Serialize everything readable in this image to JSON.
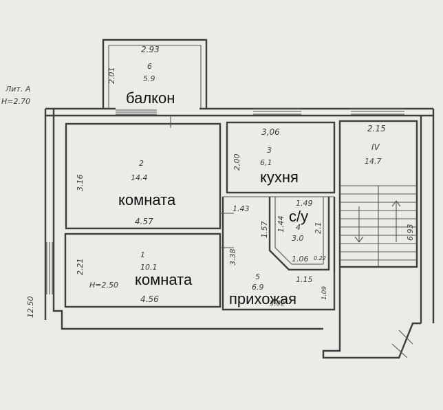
{
  "header": {
    "lit": "Лит. А",
    "height": "H=2.70",
    "overall_dim": "12.50"
  },
  "rooms": {
    "balcony": {
      "width": "2.93",
      "depth": "2.01",
      "num": "6",
      "area": "5.9",
      "label": "балкон"
    },
    "room2": {
      "num": "2",
      "area": "14.4",
      "depth": "3.16",
      "width": "4.57",
      "label": "комната"
    },
    "kitchen": {
      "width": "3,06",
      "depth": "2,00",
      "num": "3",
      "area": "6,1",
      "label": "кухня"
    },
    "stair": {
      "width": "2.15",
      "num": "IV",
      "area": "14.7",
      "length": "6.93"
    },
    "room1": {
      "num": "1",
      "area": "10.1",
      "depth": "2.21",
      "height": "H=2.50",
      "width": "4.56",
      "depth2": "3.38",
      "label": "комната"
    },
    "bath": {
      "width": "1.49",
      "side_a": "1.44",
      "side_b": "2.1",
      "num": "4",
      "area": "3.0",
      "diag": "1.06",
      "small": "0.22",
      "label": "с/у"
    },
    "hall": {
      "num": "5",
      "area": "6.9",
      "width": "1.15",
      "d1": "1.43",
      "d2": "1.57",
      "d3": "1.09",
      "d4": "3.02",
      "label": "прихожая"
    }
  }
}
